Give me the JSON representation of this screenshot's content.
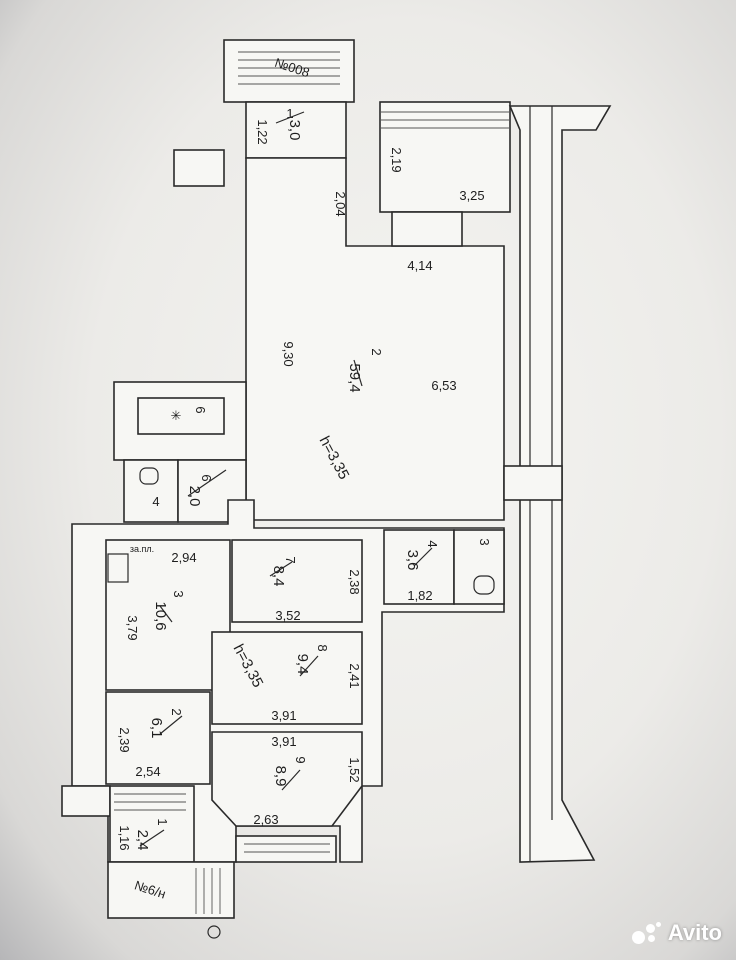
{
  "plan": {
    "stair_top_label": "№008",
    "stair_bottom_label": "№6/н",
    "rooms": [
      {
        "id": "top1",
        "number": "1",
        "area": "3,0",
        "dims": [
          "1,22"
        ]
      },
      {
        "id": "main2",
        "number": "2",
        "area": "59,4",
        "dims": [
          "2,04",
          "4,14",
          "9,30",
          "6,53"
        ],
        "height": "h=3,35"
      },
      {
        "id": "balcony",
        "dims": [
          "2,19",
          "3,25"
        ]
      },
      {
        "id": "stor6a",
        "number": "6"
      },
      {
        "id": "wc4left",
        "number": "4"
      },
      {
        "id": "hall6",
        "number": "6",
        "area": "2,0"
      },
      {
        "id": "kitchen3",
        "number": "3",
        "area": "10,6",
        "dims": [
          "2,94",
          "3,79"
        ],
        "note": "за.пл."
      },
      {
        "id": "room7",
        "number": "7",
        "area": "8,4",
        "dims": [
          "2,38",
          "3,52"
        ]
      },
      {
        "id": "room8",
        "number": "8",
        "area": "9,4",
        "dims": [
          "2,41",
          "3,91"
        ],
        "height": "h=3,35"
      },
      {
        "id": "room2b",
        "number": "2",
        "area": "6,1",
        "dims": [
          "2,39",
          "2,54"
        ]
      },
      {
        "id": "room9",
        "number": "9",
        "area": "8,9",
        "dims": [
          "3,91",
          "1,52",
          "2,63"
        ]
      },
      {
        "id": "entry1",
        "number": "1",
        "area": "2,4",
        "dims": [
          "1,16"
        ]
      },
      {
        "id": "wc4right",
        "number": "4",
        "area": "3,6",
        "dims": [
          "1,82"
        ]
      },
      {
        "id": "wc3right",
        "number": "3"
      }
    ]
  },
  "watermark": {
    "text": "Avito",
    "icon": "avito-logo-icon"
  }
}
